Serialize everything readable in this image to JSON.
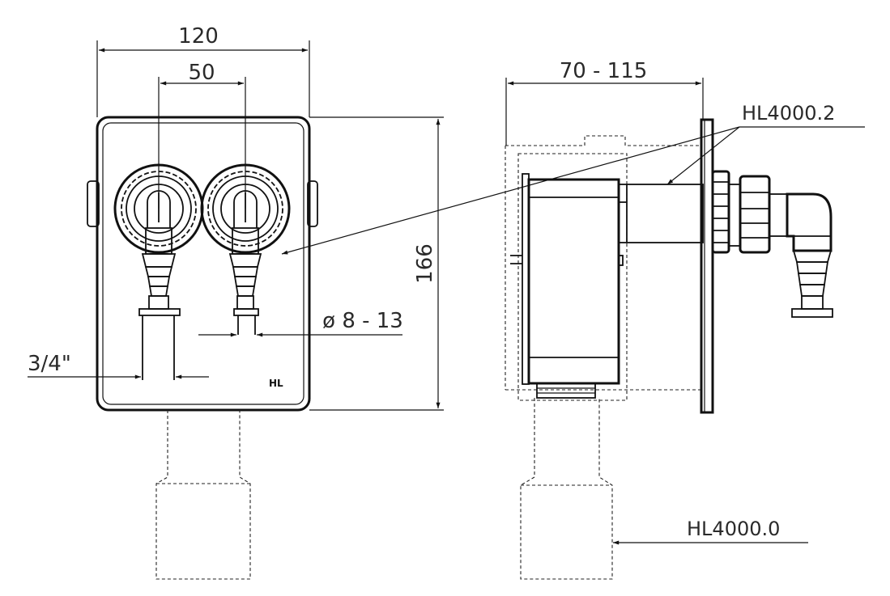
{
  "dimensions": {
    "total_width": "120",
    "center_spacing": "50",
    "height": "166",
    "depth_range": "70 - 115",
    "hose_diameter": "ø 8 - 13",
    "thread_size": "3/4\""
  },
  "labels": {
    "cover_part": "HL4000.2",
    "body_part": "HL4000.0",
    "logo": "HL"
  }
}
